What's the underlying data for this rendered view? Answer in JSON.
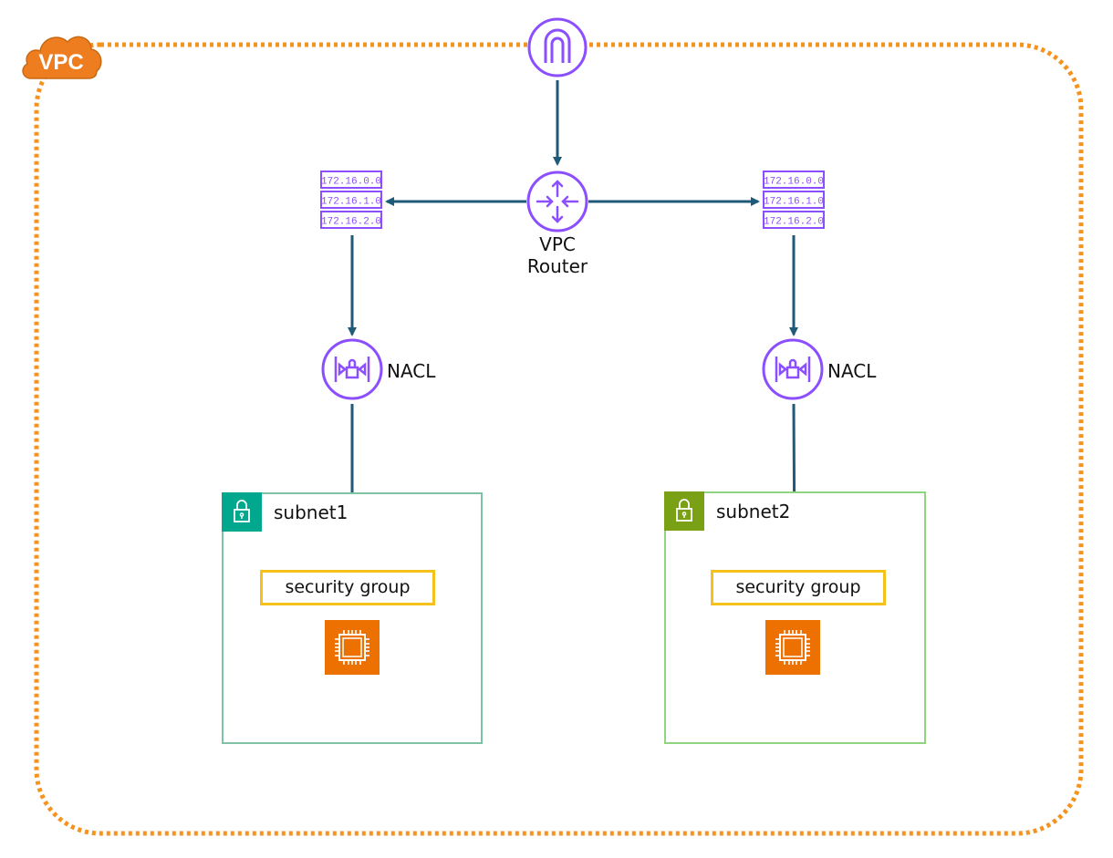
{
  "vpc": {
    "label": "VPC",
    "border_color": "#f5931e"
  },
  "router": {
    "label_line1": "VPC",
    "label_line2": "Router"
  },
  "route_table_entries": [
    "172.16.0.0",
    "172.16.1.0",
    "172.16.2.0"
  ],
  "nacl": {
    "label": "NACL"
  },
  "subnets": [
    {
      "name": "subnet1",
      "security_group": "security group",
      "badge_color": "#01a88d",
      "border_color": "#7ec4a4"
    },
    {
      "name": "subnet2",
      "security_group": "security group",
      "badge_color": "#7aa116",
      "border_color": "#8fd47f"
    }
  ],
  "icons": {
    "gateway": "internet-gateway-icon",
    "router": "router-icon",
    "route_table": "route-table-icon",
    "nacl": "network-acl-icon",
    "ec2": "ec2-instance-icon",
    "lock": "lock-icon"
  },
  "colors": {
    "purple": "#8c4fff",
    "arrow": "#1f5a78",
    "ec2": "#ed7100",
    "sg_border": "#f5c21c"
  }
}
